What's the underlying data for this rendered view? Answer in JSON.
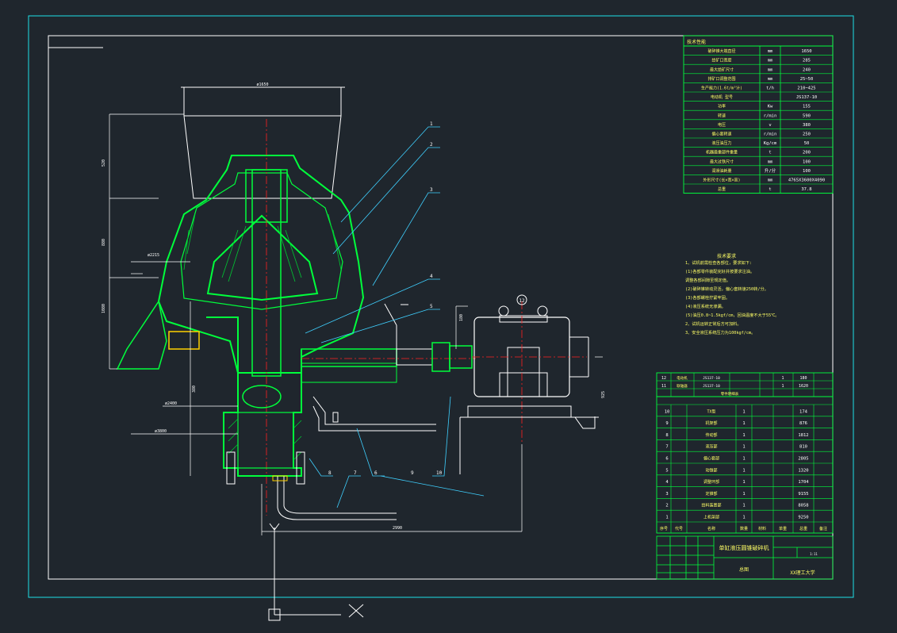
{
  "colors": {
    "background": "#1f262d",
    "frame_outer": "#1ee0e6",
    "frame_inner": "#ffffff",
    "outline": "#ffffff",
    "section": "#00ff3c",
    "hatch": "#00c832",
    "dimension": "#ffffff",
    "centerline": "#ff2020",
    "leader": "#3fd0ff",
    "fill_yellow": "#ffd000",
    "table_grid": "#00ff3c",
    "table_text": "#ffff66",
    "table_value": "#ffffff"
  },
  "drawing": {
    "dimensions": {
      "top_width": "ø1650",
      "left_h1": "520",
      "left_h2": "880",
      "left_h3": "1080",
      "small_h": "180",
      "diam_inner": "ø2215",
      "diam_bottom": "ø2400",
      "diam_base": "ø3800",
      "base_len": "2990",
      "right_h": "925",
      "bottom_h": "380"
    },
    "motor_label": "12",
    "callouts": [
      "1",
      "2",
      "3",
      "4",
      "5",
      "6",
      "7",
      "8",
      "9",
      "10"
    ]
  },
  "tech_table": {
    "title": "技术性能",
    "rows": [
      {
        "name": "破碎锥大端直径",
        "unit": "mm",
        "value": "1650"
      },
      {
        "name": "给矿口宽度",
        "unit": "mm",
        "value": "285"
      },
      {
        "name": "最大给矿尺寸",
        "unit": "mm",
        "value": "240"
      },
      {
        "name": "排矿口调整范围",
        "unit": "mm",
        "value": "25~50"
      },
      {
        "name": "生产能力(1.6t/m³计)",
        "unit": "t/h",
        "value": "210~425"
      },
      {
        "name": "电动机 型号",
        "unit": "",
        "value": "JS137-10"
      },
      {
        "name": "功率",
        "unit": "Kw",
        "value": "155"
      },
      {
        "name": "转速",
        "unit": "r/min",
        "value": "590"
      },
      {
        "name": "电压",
        "unit": "v",
        "value": "380"
      },
      {
        "name": "偏心套转速",
        "unit": "r/min",
        "value": "250"
      },
      {
        "name": "液压油压力",
        "unit": "Kg/cm",
        "value": "50"
      },
      {
        "name": "机器最重部件重量",
        "unit": "t",
        "value": "200"
      },
      {
        "name": "最大过铁尺寸",
        "unit": "mm",
        "value": "100"
      },
      {
        "name": "润滑油耗量",
        "unit": "升/分",
        "value": "100"
      },
      {
        "name": "外形尺寸(长×宽×高)",
        "unit": "mm",
        "value": "4765X3600X4090"
      },
      {
        "name": "总重",
        "unit": "t",
        "value": "37.8"
      }
    ]
  },
  "notes": {
    "title": "技术要求",
    "lines": [
      "1、试机前需检查各部位，要求如下:",
      "(1)各部零件装配完好并按要求注油。",
      "   调整各部间隙至规定值。",
      "(2)破碎锥转动灵活，偏心套转速250转/分。",
      "(3)各部螺栓拧紧牢固。",
      "(4)液压系统无渗漏。",
      "(5)油压0.8~1.5kgf/cm，回油温度不大于55℃。",
      "2、试机运转正常后方可加料。",
      "3、安全液压系统压力为100kgf/cm。"
    ]
  },
  "parts_table": {
    "top_rows": [
      {
        "no": "12",
        "text": "电动机",
        "spec": "JS137-10",
        "qty": "1",
        "w": "180"
      },
      {
        "no": "11",
        "text": "联轴器",
        "spec": "JS137-10",
        "qty": "1",
        "w": "1620"
      }
    ],
    "header_note": "零件明细表",
    "rows": [
      {
        "no": "10",
        "name": "TX型",
        "qty": "1",
        "weight": "174"
      },
      {
        "no": "9",
        "name": "机架部",
        "qty": "1",
        "weight": "876"
      },
      {
        "no": "8",
        "name": "传动部",
        "qty": "1",
        "weight": "1812"
      },
      {
        "no": "7",
        "name": "液压部",
        "qty": "1",
        "weight": "810"
      },
      {
        "no": "6",
        "name": "偏心套部",
        "qty": "1",
        "weight": "2805"
      },
      {
        "no": "5",
        "name": "动锥部",
        "qty": "1",
        "weight": "1320"
      },
      {
        "no": "4",
        "name": "调整环部",
        "qty": "1",
        "weight": "1704"
      },
      {
        "no": "3",
        "name": "定锥部",
        "qty": "1",
        "weight": "9155"
      },
      {
        "no": "2",
        "name": "给料装置部",
        "qty": "1",
        "weight": "8058"
      },
      {
        "no": "1",
        "name": "上机架部",
        "qty": "1",
        "weight": "9250"
      }
    ],
    "columns": [
      "序号",
      "代号",
      "名称",
      "数量",
      "材料",
      "单重",
      "总重",
      "备注"
    ]
  },
  "title_block": {
    "product": "单缸液压圆锥破碎机",
    "drawing_type": "总图",
    "school": "XX理工大学",
    "scale": "1:11"
  }
}
